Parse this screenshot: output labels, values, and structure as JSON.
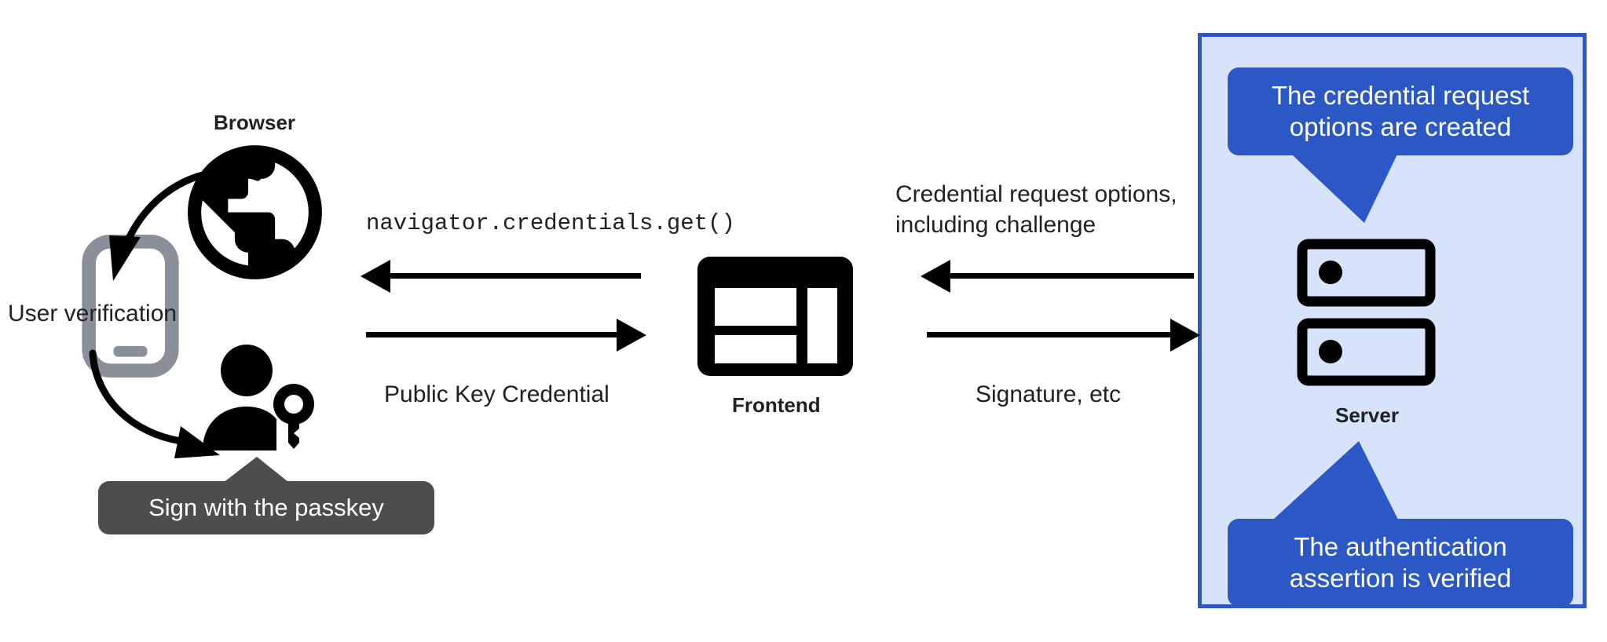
{
  "diagram": {
    "title": "WebAuthn passkey authentication flow",
    "background": "#ffffff",
    "colors": {
      "ink": "#202124",
      "blue_accent": "#2b58c4",
      "blue_panel_fill": "#d7e3fb",
      "gray_callout": "#4d4d4d",
      "phone_gray": "#8a9099"
    }
  },
  "nodes": {
    "browser": {
      "label": "Browser",
      "icon": "globe-icon"
    },
    "phone": {
      "icon": "phone-icon"
    },
    "user": {
      "icon": "person-with-key-icon"
    },
    "frontend": {
      "label": "Frontend",
      "icon": "frontend-layout-icon"
    },
    "server": {
      "label": "Server",
      "icon": "server-rack-icon"
    }
  },
  "annotations": {
    "user_verification": "User verification",
    "sign_with_passkey": "Sign with the passkey"
  },
  "flows": {
    "browser_frontend": {
      "top_label": "navigator.credentials.get()",
      "top_direction": "left",
      "bottom_label": "Public Key Credential",
      "bottom_direction": "right"
    },
    "frontend_server": {
      "top_label_line1": "Credential request options,",
      "top_label_line2": "including challenge",
      "top_direction": "left",
      "bottom_label": "Signature, etc",
      "bottom_direction": "right"
    }
  },
  "callouts": {
    "credential_request": {
      "line1": "The credential request",
      "line2": "options are created"
    },
    "authentication_assertion": {
      "line1": "The authentication",
      "line2": "assertion is verified"
    }
  }
}
